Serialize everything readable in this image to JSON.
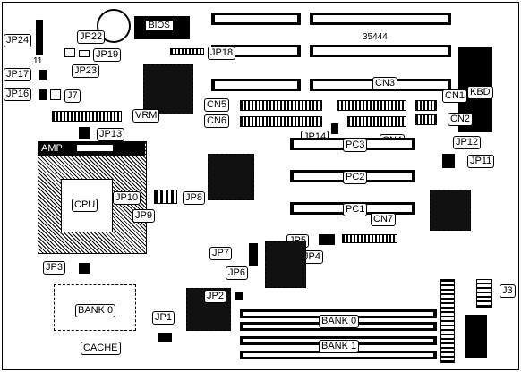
{
  "labels": {
    "bios": "BIOS",
    "board_id": "35444",
    "num_11": "11",
    "jp24": "JP24",
    "jp22": "JP22",
    "jp19": "JP19",
    "jp23": "JP23",
    "jp18": "JP18",
    "jp17": "JP17",
    "jp16": "JP16",
    "j7": "J7",
    "vrm": "VRM",
    "jp13": "JP13",
    "amp": "AMP",
    "cpu": "CPU",
    "jp10": "JP10",
    "jp8": "JP8",
    "jp9": "JP9",
    "cn3": "CN3",
    "cn1": "CN1",
    "kbd": "KBD",
    "cn5": "CN5",
    "cn6": "CN6",
    "cn2": "CN2",
    "jp14": "JP14",
    "cn4": "CN4",
    "pc3": "PC3",
    "jp12": "JP12",
    "jp11": "JP11",
    "pc2": "PC2",
    "pc1": "PC1",
    "cn7": "CN7",
    "jp5": "JP5",
    "jp4": "JP4",
    "jp7": "JP7",
    "jp6": "JP6",
    "jp3": "JP3",
    "jp2": "JP2",
    "j3": "J3",
    "jp1": "JP1",
    "cache_bank0": "BANK 0",
    "cache": "CACHE",
    "simm_bank0": "BANK 0",
    "simm_bank1": "BANK 1"
  }
}
